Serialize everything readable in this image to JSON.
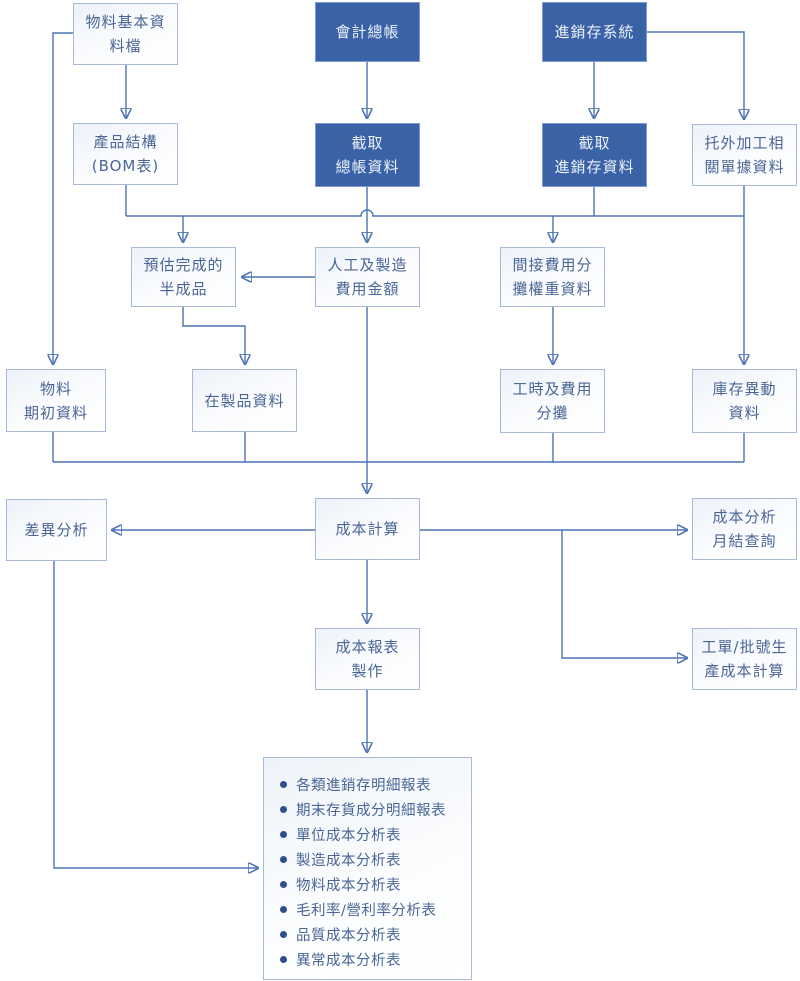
{
  "diagram_title": "cost-accounting-system-flowchart",
  "colors": {
    "dark_box_bg": "#3A62A7",
    "dark_box_text": "#EDF2FA",
    "light_box_bg": "#FFFFFF",
    "light_box_border": "#A9B8D6",
    "light_box_text": "#4A6696",
    "connector_line": "#4D73B5",
    "arrowhead": "#2B5291",
    "bullet_dot": "#2D4F92",
    "page_bg": "#FFFFFF"
  },
  "nodes": {
    "materials_master": {
      "label": "物料基本資\n料檔"
    },
    "gl": {
      "label": "會計總帳"
    },
    "inventory_sys": {
      "label": "進銷存系統"
    },
    "bom": {
      "label": "產品結構\n(BOM表)"
    },
    "extract_gl": {
      "label": "截取\n總帳資料"
    },
    "extract_inv": {
      "label": "截取\n進銷存資料"
    },
    "outsourcing": {
      "label": "托外加工相\n關單據資料"
    },
    "est_semi": {
      "label": "預估完成的\n半成品"
    },
    "labor_mfg": {
      "label": "人工及製造\n費用金額"
    },
    "indirect_weight": {
      "label": "間接費用分\n攤權重資料"
    },
    "material_opening": {
      "label": "物料\n期初資料"
    },
    "wip": {
      "label": "在製品資料"
    },
    "hours_alloc": {
      "label": "工時及費用\n分攤"
    },
    "inv_movement": {
      "label": "庫存異動\n資料"
    },
    "variance": {
      "label": "差異分析"
    },
    "cost_calc": {
      "label": "成本計算"
    },
    "cost_monthly": {
      "label": "成本分析\n月結查詢"
    },
    "cost_report": {
      "label": "成本報表\n製作"
    },
    "workorder_cost": {
      "label": "工單/批號生\n產成本計算"
    }
  },
  "report_list": {
    "items": [
      "各類進銷存明細報表",
      "期末存貨成分明細報表",
      "單位成本分析表",
      "製造成本分析表",
      "物料成本分析表",
      "毛利率/營利率分析表",
      "品質成本分析表",
      "異常成本分析表"
    ]
  }
}
